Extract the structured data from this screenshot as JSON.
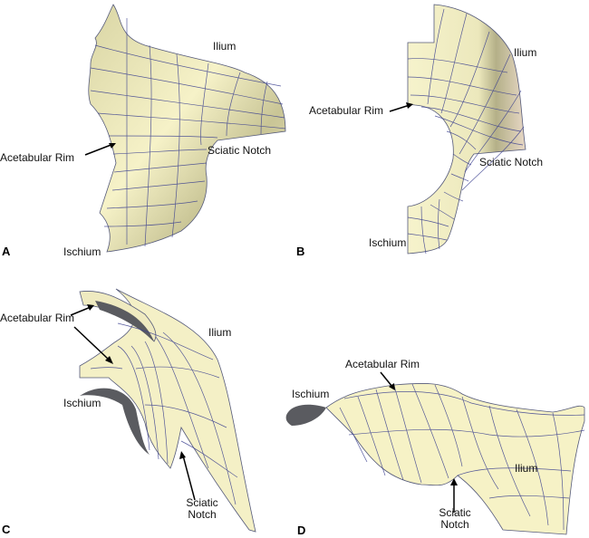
{
  "figure": {
    "panels": [
      {
        "id": "A",
        "letter": "A",
        "labels": {
          "ilium": "Ilium",
          "acetabular_rim": "Acetabular Rim",
          "sciatic_notch": "Sciatic Notch",
          "ischium": "Ischium"
        }
      },
      {
        "id": "B",
        "letter": "B",
        "labels": {
          "ilium": "Ilium",
          "acetabular_rim": "Acetabular Rim",
          "sciatic_notch": "Sciatic Notch",
          "ischium": "Ischium"
        }
      },
      {
        "id": "C",
        "letter": "C",
        "labels": {
          "ilium": "Ilium",
          "acetabular_rim": "Acetabular Rim",
          "sciatic_notch_1": "Sciatic",
          "sciatic_notch_2": "Notch",
          "ischium": "Ischium"
        }
      },
      {
        "id": "D",
        "letter": "D",
        "labels": {
          "ilium": "Ilium",
          "acetabular_rim": "Acetabular Rim",
          "sciatic_notch_1": "Sciatic",
          "sciatic_notch_2": "Notch",
          "ischium": "Ischium"
        }
      }
    ],
    "colors": {
      "surface": "#f3efc0",
      "shade": "#bdb98a",
      "pink": "#e6d6c4",
      "mesh": "#3a3f8f",
      "dark": "#55565a"
    }
  }
}
